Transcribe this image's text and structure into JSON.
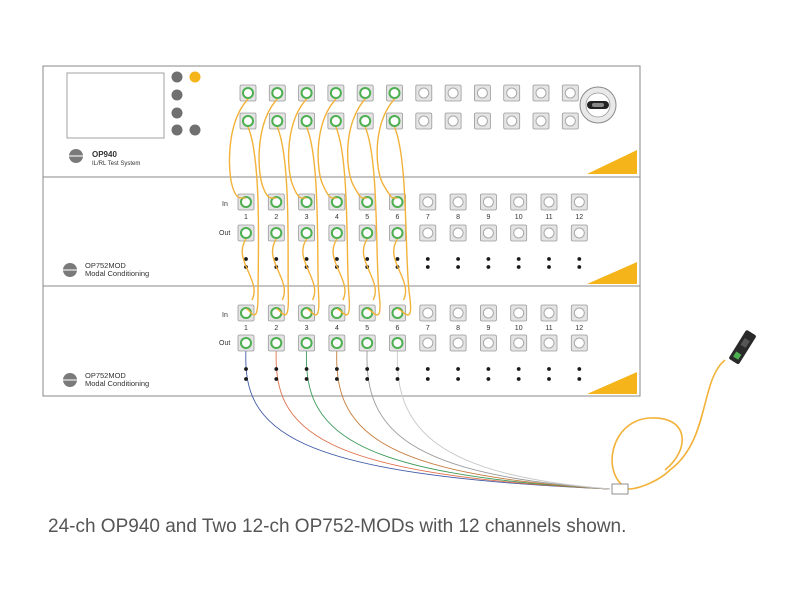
{
  "units": [
    {
      "id": "op940",
      "title": "OP940",
      "subtitle": "IL/RL Test System"
    },
    {
      "id": "mod1",
      "title": "OP752MOD",
      "subtitle": "Modal Conditioning"
    },
    {
      "id": "mod2",
      "title": "OP752MOD",
      "subtitle": "Modal Conditioning"
    }
  ],
  "row_labels": {
    "in": "In",
    "out": "Out"
  },
  "channel_numbers": [
    "1",
    "2",
    "3",
    "4",
    "5",
    "6",
    "7",
    "8",
    "9",
    "10",
    "11",
    "12"
  ],
  "connected_channels": 6,
  "fanout_colors": [
    "#3f5aa8",
    "#e0704a",
    "#3c9a5a",
    "#c47a3a",
    "#9a9a9a",
    "#c8c8c8"
  ],
  "colors": {
    "panel_border": "#8a8a8a",
    "cable": "#f2b23a",
    "accent_yellow": "#f4b41a",
    "port_green": "#4caf50",
    "button_gray": "#707070"
  },
  "caption": "24-ch OP940 and Two 12-ch OP752-MODs with 12 channels shown."
}
